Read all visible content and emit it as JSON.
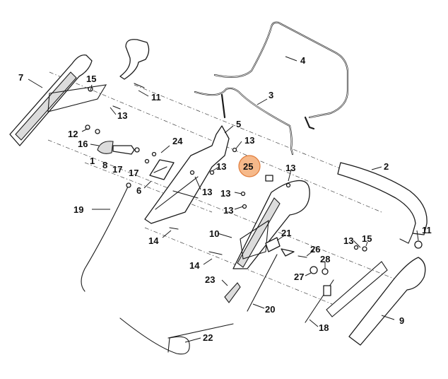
{
  "highlight_color": "#f6b98a",
  "highlight_stroke": "#e07b3a",
  "labels": {
    "l1": "1",
    "l2": "2",
    "l3": "3",
    "l4": "4",
    "l5": "5",
    "l6": "6",
    "l7": "7",
    "l8": "8",
    "l9": "9",
    "l10": "10",
    "l11a": "11",
    "l11b": "11",
    "l12": "12",
    "l13a": "13",
    "l13b": "13",
    "l13c": "13",
    "l13d": "13",
    "l13e": "13",
    "l13f": "13",
    "l13g": "13",
    "l13h": "13",
    "l14a": "14",
    "l14b": "14",
    "l15a": "15",
    "l15b": "15",
    "l16": "16",
    "l17a": "17",
    "l17b": "17",
    "l18": "18",
    "l19": "19",
    "l20": "20",
    "l21": "21",
    "l22": "22",
    "l23": "23",
    "l24": "24",
    "l25": "25",
    "l26": "26",
    "l27": "27",
    "l28": "28"
  }
}
